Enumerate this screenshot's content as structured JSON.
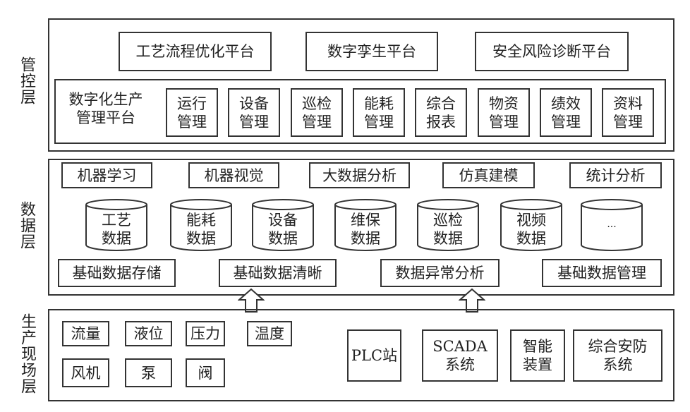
{
  "layers": {
    "control": {
      "label": "管控层",
      "platforms": [
        "工艺流程优化平台",
        "数字孪生平台",
        "安全风险诊断平台"
      ],
      "digital_platform": {
        "title_line1": "数字化生产",
        "title_line2": "管理平台",
        "modules": [
          [
            "运行",
            "管理"
          ],
          [
            "设备",
            "管理"
          ],
          [
            "巡检",
            "管理"
          ],
          [
            "能耗",
            "管理"
          ],
          [
            "综合",
            "报表"
          ],
          [
            "物资",
            "管理"
          ],
          [
            "绩效",
            "管理"
          ],
          [
            "资料",
            "管理"
          ]
        ]
      }
    },
    "data": {
      "label": "数据层",
      "analytics": [
        "机器学习",
        "机器视觉",
        "大数据分析",
        "仿真建模",
        "统计分析"
      ],
      "databases": [
        [
          "工艺",
          "数据"
        ],
        [
          "能耗",
          "数据"
        ],
        [
          "设备",
          "数据"
        ],
        [
          "维保",
          "数据"
        ],
        [
          "巡检",
          "数据"
        ],
        [
          "视频",
          "数据"
        ],
        [
          "...",
          ""
        ]
      ],
      "services": [
        "基础数据存储",
        "基础数据清晰",
        "数据异常分析",
        "基础数据管理"
      ]
    },
    "field": {
      "label": "生产现场层",
      "sensors_row1": [
        "流量",
        "液位",
        "压力",
        "温度"
      ],
      "sensors_row2": [
        "风机",
        "泵",
        "阀"
      ],
      "systems": [
        [
          "PLC站",
          ""
        ],
        [
          "SCADA",
          "系统"
        ],
        [
          "智能",
          "装置"
        ],
        [
          "综合安防",
          "系统"
        ]
      ]
    }
  }
}
